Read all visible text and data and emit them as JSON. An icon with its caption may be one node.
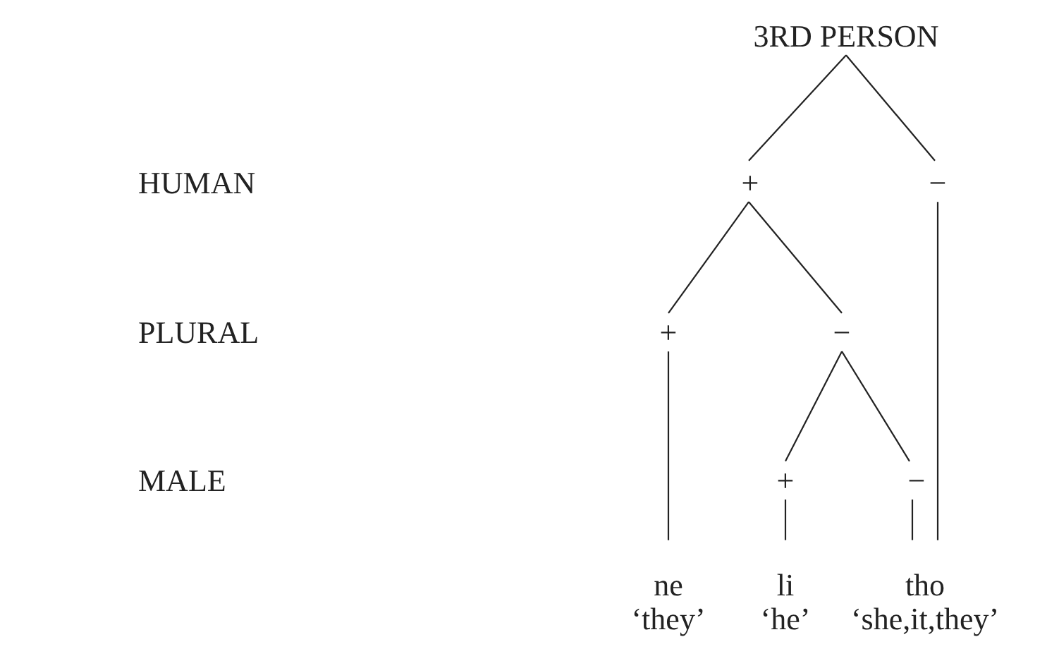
{
  "diagram": {
    "nodes": [
      {
        "text": [
          "3RD PERSON"
        ]
      },
      {
        "text": [
          "+"
        ]
      },
      {
        "text": [
          "−"
        ]
      },
      {
        "text": [
          "+"
        ]
      },
      {
        "text": [
          "−"
        ]
      },
      {
        "text": [
          "+"
        ]
      },
      {
        "text": [
          "−"
        ]
      },
      {
        "text": [
          "ne",
          "‘they’"
        ]
      },
      {
        "text": [
          "li",
          "‘he’"
        ]
      },
      {
        "text": [
          "tho",
          "‘she,it,they’"
        ]
      }
    ],
    "edges": [
      {
        "from": 0,
        "to": 1,
        "arrow": "none"
      },
      {
        "from": 0,
        "to": 2,
        "arrow": "none"
      },
      {
        "from": 1,
        "to": 3,
        "arrow": "none"
      },
      {
        "from": 1,
        "to": 4,
        "arrow": "none"
      },
      {
        "from": 4,
        "to": 5,
        "arrow": "none"
      },
      {
        "from": 4,
        "to": 6,
        "arrow": "none"
      },
      {
        "from": 3,
        "to": 7,
        "arrow": "none"
      },
      {
        "from": 5,
        "to": 8,
        "arrow": "none"
      },
      {
        "from": 6,
        "to": 9,
        "arrow": "none"
      },
      {
        "from": 2,
        "to": 9,
        "arrow": "none"
      }
    ],
    "labels": [
      "HUMAN",
      "PLURAL",
      "MALE"
    ]
  }
}
